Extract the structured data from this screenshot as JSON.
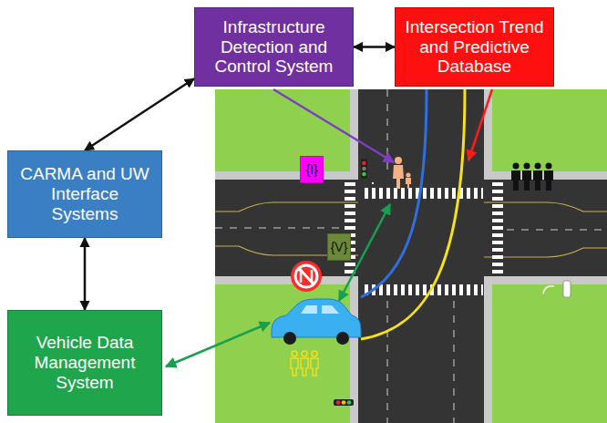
{
  "diagram": {
    "nodes": [
      {
        "text": [
          "Infrastructure Detection and Control System"
        ]
      },
      {
        "text": [
          "Intersection Trend and Predictive Database"
        ]
      },
      {
        "text": [
          "CARMA and UW Interface Systems"
        ]
      },
      {
        "text": [
          "Vehicle Data Management System"
        ]
      },
      {
        "text": [
          "{I}"
        ]
      },
      {
        "text": [
          "{V}"
        ]
      }
    ],
    "edges": [
      {
        "from": 2,
        "to": 0,
        "arrow": "both"
      },
      {
        "from": 0,
        "to": 1,
        "arrow": "both"
      },
      {
        "from": 2,
        "to": 3,
        "arrow": "both"
      }
    ]
  }
}
